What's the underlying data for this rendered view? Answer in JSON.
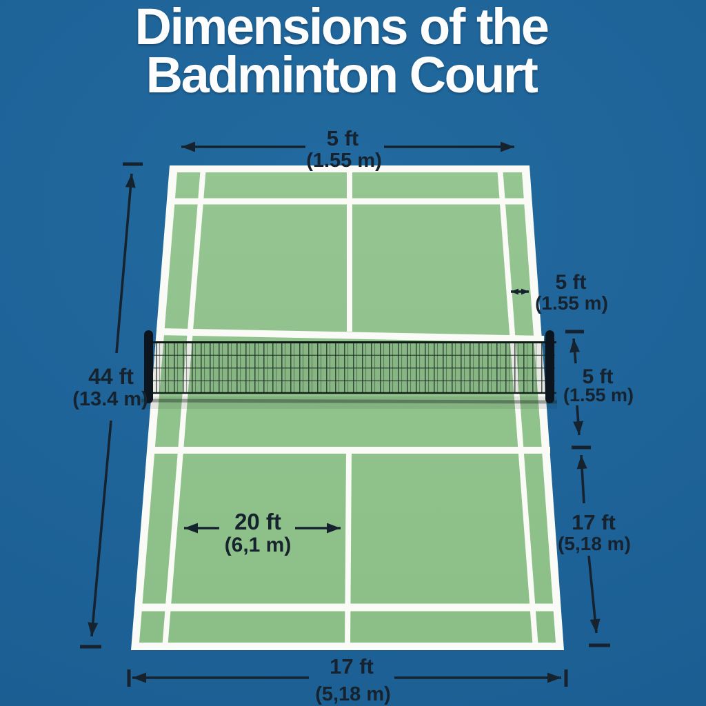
{
  "title": {
    "line1": "Dimensions of the",
    "line2": "Badminton Court"
  },
  "diagram": {
    "subject": "badminton-court-top-view-with-net",
    "dimensions": {
      "top_width": {
        "value": "5 ft",
        "metric": "(1.55 m)",
        "measures": "back boundary width (top, arrow spans court top edge)"
      },
      "right_alley": {
        "value": "5 ft",
        "metric": "(1.55 m)",
        "measures": "side alley between singles sideline and doubles sideline (right, upper half)"
      },
      "court_length": {
        "value": "44 ft",
        "metric": "(13.4 m)",
        "measures": "full court length (left side, vertical)"
      },
      "net_offset": {
        "value": "5 ft",
        "metric": "(1.55 m)",
        "measures": "net to short service line (right side, vertical)"
      },
      "half_court_width": {
        "value": "20 ft",
        "metric": "(6,1 m)",
        "measures": "singles sideline to center line (lower half, horizontal)"
      },
      "service_to_back": {
        "value": "17 ft",
        "metric": "(5,18 m)",
        "measures": "short service line to back boundary (right side, vertical)"
      },
      "bottom_width": {
        "value": "17 ft",
        "metric": "(5,18 m)",
        "measures": "back boundary width (bottom, arrow spans court bottom edge)"
      }
    },
    "features": [
      "outer boundary",
      "doubles long service lines",
      "short service lines",
      "singles sidelines",
      "center lines",
      "net with mesh",
      "net posts"
    ]
  },
  "colors": {
    "background_blue": "#1E6398",
    "court_green": "#8FC18C",
    "line_white": "#FAFAF6",
    "ink_navy": "#16232F",
    "net_dark": "#14211B",
    "post_black": "#0C151D"
  }
}
